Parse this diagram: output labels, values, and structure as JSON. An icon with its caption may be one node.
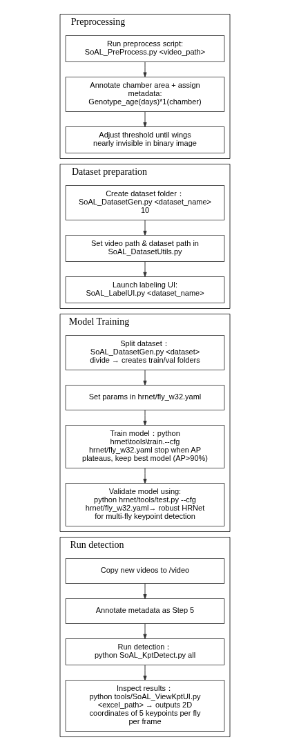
{
  "diagram": {
    "nodes": [
      {
        "text": [
          "Preprocessing"
        ]
      },
      {
        "text": [
          "Run preprocess script:",
          "SoAL_PreProcess.py <video_path>"
        ],
        "in": 0
      },
      {
        "text": [
          "Annotate chamber area + assign metadata:",
          "Genotype_age(days)*1(chamber)"
        ],
        "in": 0
      },
      {
        "text": [
          "Adjust threshold until wings nearly invisible in binary image"
        ],
        "in": 0
      },
      {
        "text": [
          "Dataset preparation"
        ]
      },
      {
        "text": [
          "Create dataset folder：",
          "SoAL_DatasetGen.py <dataset_name> 10"
        ],
        "in": 4
      },
      {
        "text": [
          "Set video path & dataset path in SoAL_DatasetUtils.py"
        ],
        "in": 4
      },
      {
        "text": [
          "Launch labeling UI:",
          "SoAL_LabelUI.py <dataset_name>"
        ],
        "in": 4
      },
      {
        "text": [
          "Model Training"
        ]
      },
      {
        "text": [
          "Split dataset：",
          "SoAL_DatasetGen.py <dataset> divide → creates train/val folders"
        ],
        "in": 8
      },
      {
        "text": [
          "Set params in hrnet/fly_w32.yaml"
        ],
        "in": 8
      },
      {
        "text": [
          "Train model：python hrnet\\tools\\train.--cfg hrnet/fly_w32.yaml stop when AP plateaus, keep best model (AP>90%)"
        ],
        "in": 8
      },
      {
        "text": [
          "Validate model using:",
          "python hrnet/tools/test.py --cfg hrnet/fly_w32.yaml→ robust HRNet for multi-fly keypoint detection"
        ],
        "in": 8
      },
      {
        "text": [
          "Run detection"
        ]
      },
      {
        "text": [
          "Copy new videos to /video"
        ],
        "in": 13
      },
      {
        "text": [
          "Annotate metadata as Step 5"
        ],
        "in": 13
      },
      {
        "text": [
          "Run detection：",
          "python SoAL_KptDetect.py all"
        ],
        "in": 13
      },
      {
        "text": [
          "Inspect results：",
          "python tools/SoAL_ViewKptUI.py <excel_path> → outputs 2D coordinates of 5 keypoints per fly per frame"
        ],
        "in": 13
      }
    ],
    "edges": [
      {
        "from": 1,
        "to": 2,
        "arrow": "to"
      },
      {
        "from": 2,
        "to": 3,
        "arrow": "to"
      },
      {
        "from": 5,
        "to": 6,
        "arrow": "to"
      },
      {
        "from": 6,
        "to": 7,
        "arrow": "to"
      },
      {
        "from": 9,
        "to": 10,
        "arrow": "to"
      },
      {
        "from": 10,
        "to": 11,
        "arrow": "to"
      },
      {
        "from": 11,
        "to": 12,
        "arrow": "to"
      },
      {
        "from": 14,
        "to": 15,
        "arrow": "to"
      },
      {
        "from": 15,
        "to": 16,
        "arrow": "to"
      },
      {
        "from": 16,
        "to": 17,
        "arrow": "to"
      }
    ]
  }
}
